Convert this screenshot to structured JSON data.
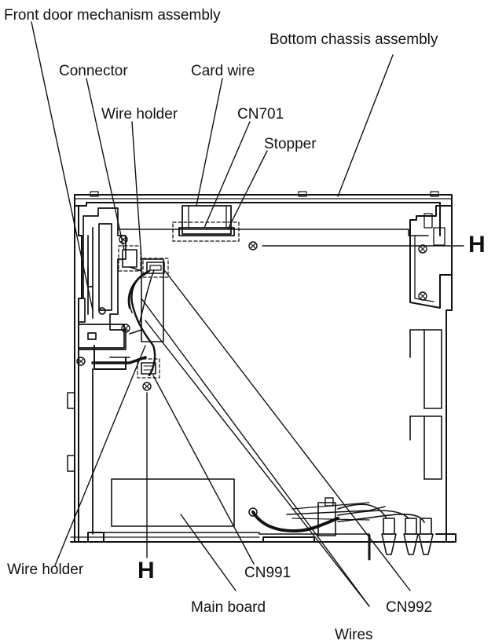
{
  "labels": {
    "front_door": "Front door mechanism assembly",
    "bottom_chassis": "Bottom chassis assembly",
    "connector": "Connector",
    "card_wire": "Card wire",
    "wire_holder_top": "Wire holder",
    "cn701": "CN701",
    "stopper": "Stopper",
    "h_right": "H",
    "wire_holder_bottom": "Wire holder",
    "h_bottom": "H",
    "cn991": "CN991",
    "main_board": "Main board",
    "cn992": "CN992",
    "wires": "Wires"
  },
  "colors": {
    "line": "#111111",
    "background": "#ffffff"
  }
}
